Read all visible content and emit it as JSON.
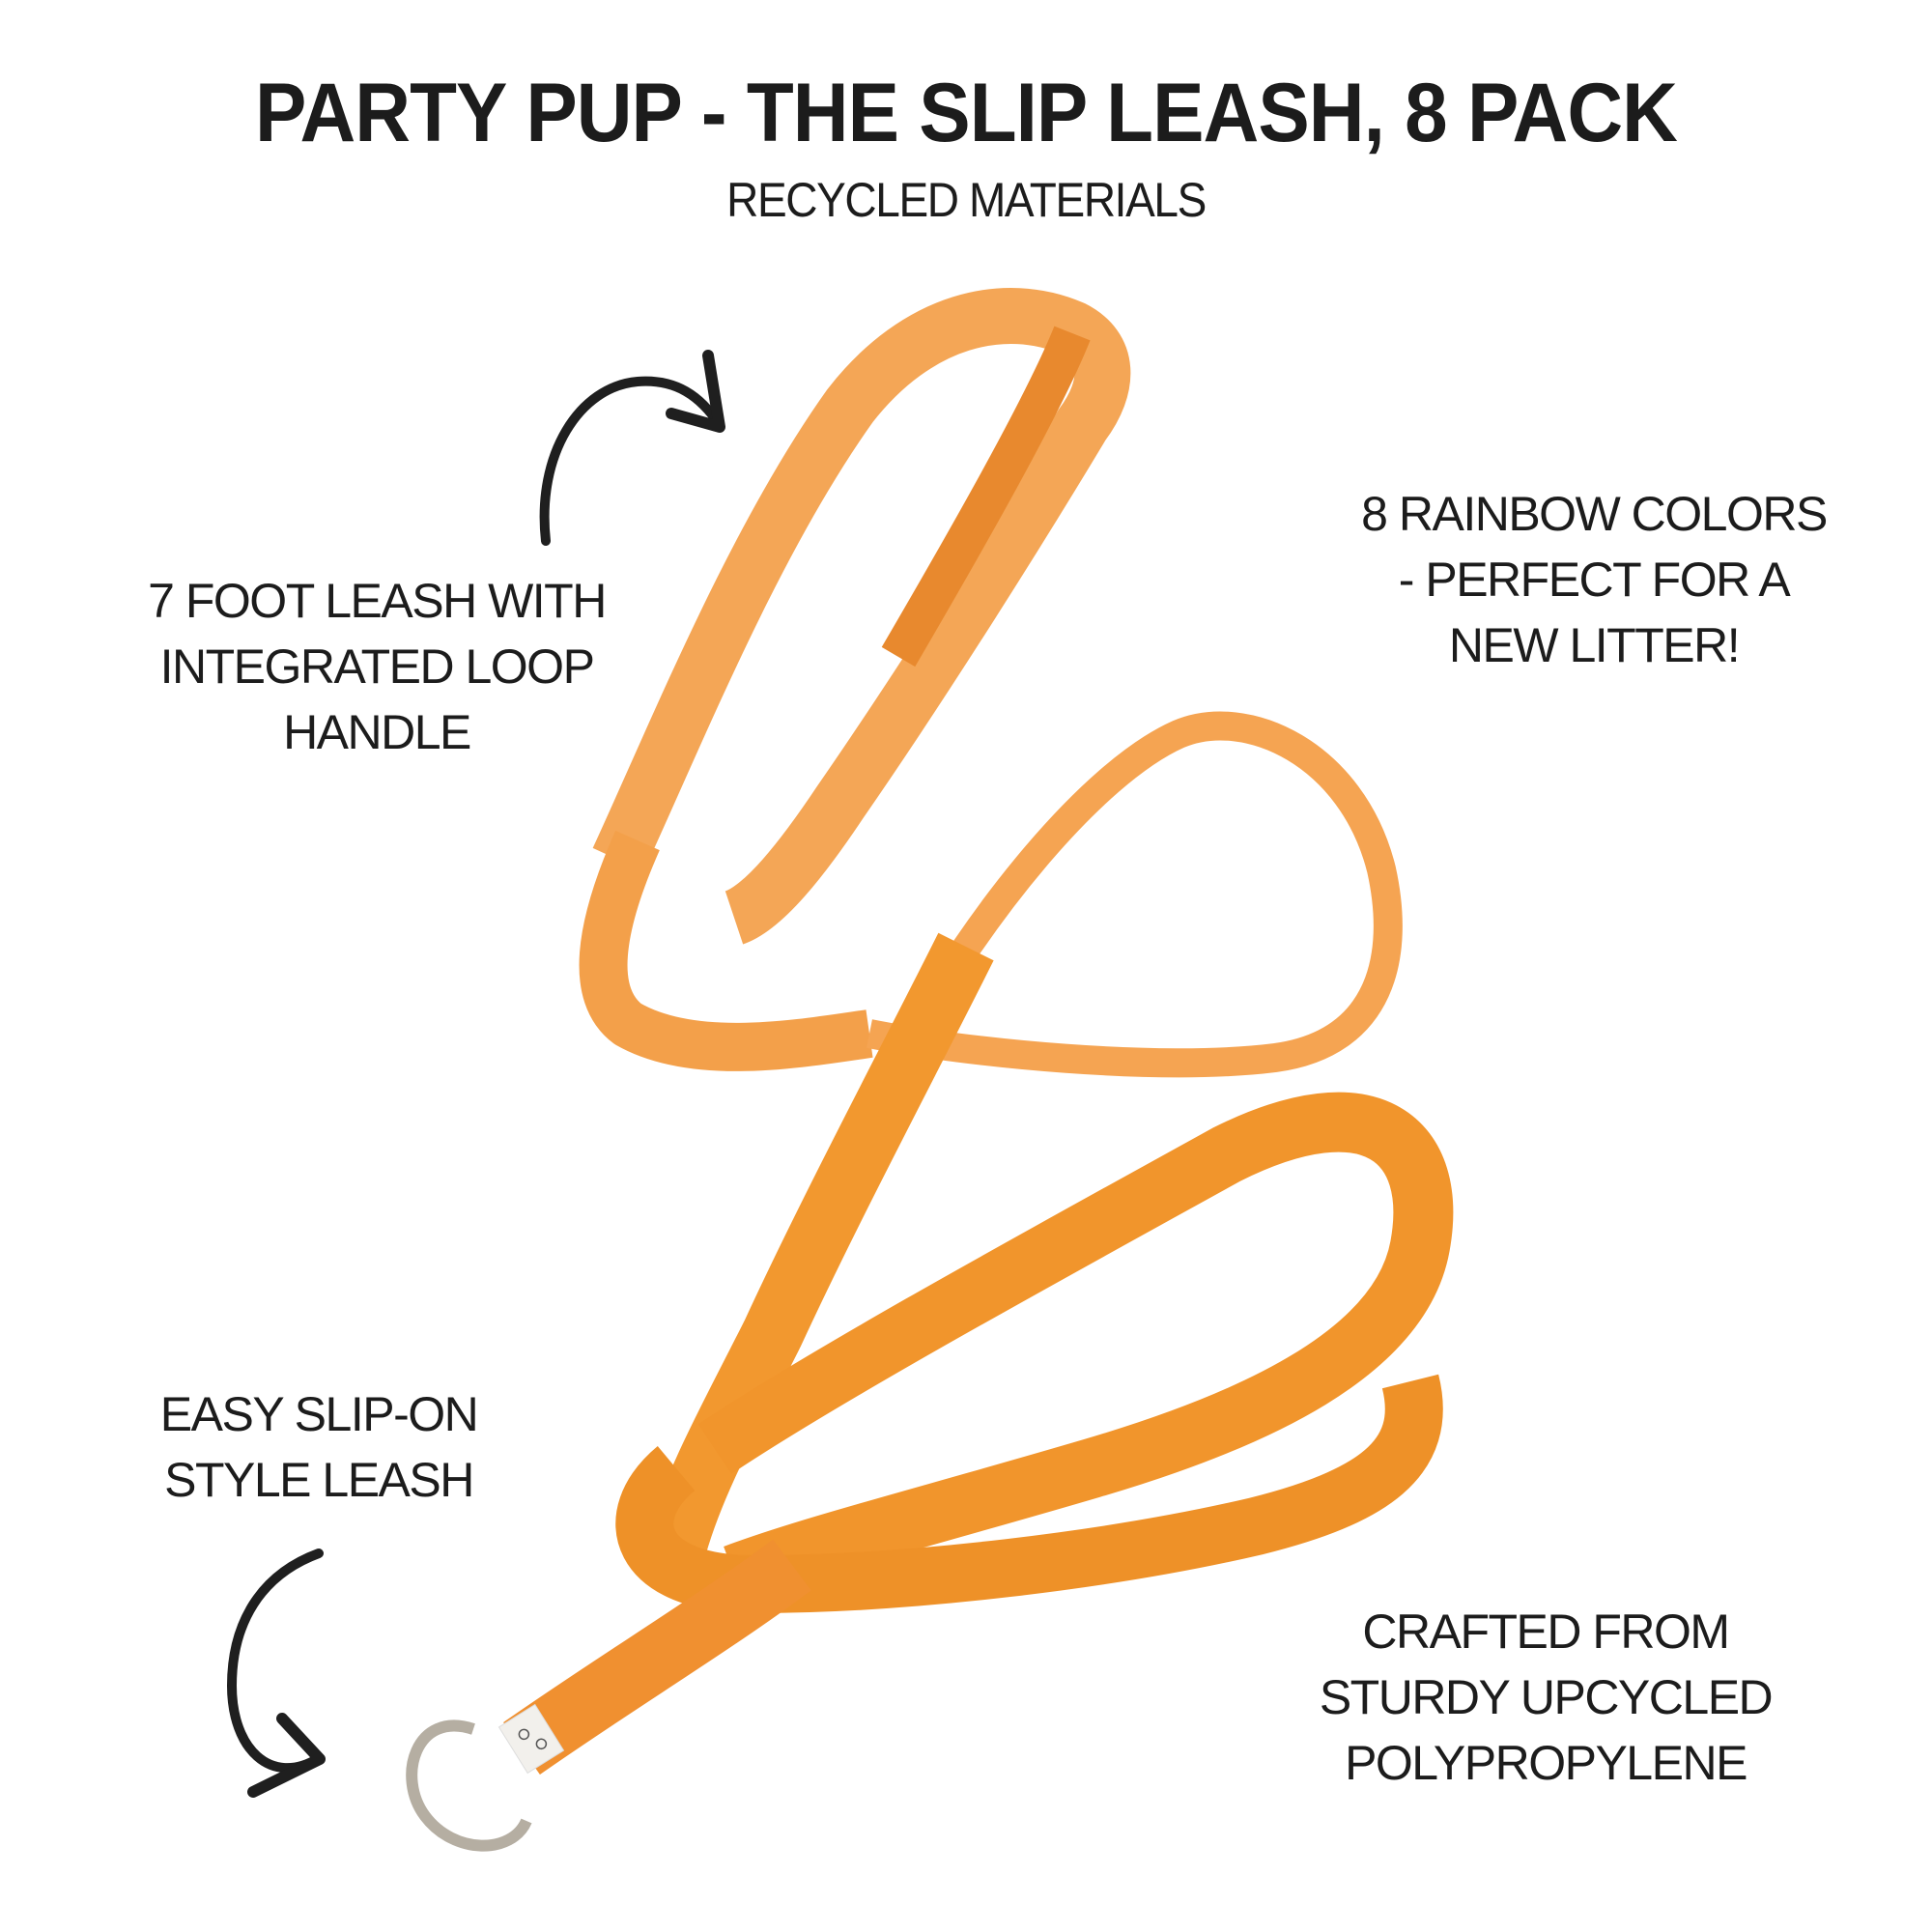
{
  "header": {
    "title": "PARTY PUP - THE SLIP LEASH, 8 PACK",
    "subtitle": "RECYCLED MATERIALS"
  },
  "callouts": [
    {
      "id": "length",
      "lines": [
        "7 FOOT LEASH WITH",
        "INTEGRATED LOOP",
        "HANDLE"
      ],
      "arrow": "curved-arrow-up-right-icon"
    },
    {
      "id": "colors",
      "lines": [
        "8 RAINBOW COLORS",
        "- PERFECT FOR A",
        "NEW LITTER!"
      ]
    },
    {
      "id": "slip",
      "lines": [
        "EASY SLIP-ON",
        "STYLE LEASH"
      ],
      "arrow": "curved-arrow-down-right-icon"
    },
    {
      "id": "material",
      "lines": [
        "CRAFTED FROM",
        "STURDY UPCYCLED",
        "POLYPROPYLENE"
      ]
    }
  ],
  "product": {
    "name": "slip leash",
    "color_name": "orange",
    "colors": {
      "leash": "#F29A3E",
      "leash_light": "#F7AE5E",
      "leash_shadow": "#E07F24",
      "ring": "#B9B3A8",
      "label": "#F2F0EC",
      "text": "#1c1c1c"
    },
    "tag_icon": "paw-prints-icon"
  }
}
